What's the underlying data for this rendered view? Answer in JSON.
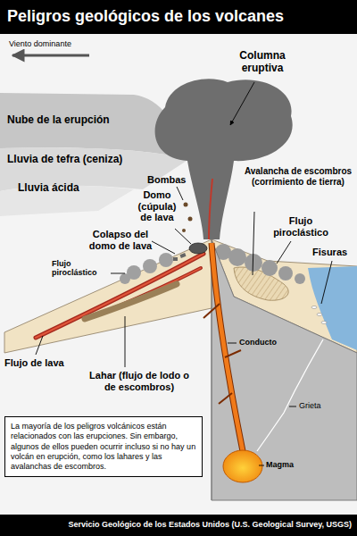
{
  "diagram": {
    "title": "Peligros geológicos de los volcanes",
    "caption": "Servicio Geológico de los Estados Unidos (U.S. Geological Survey, USGS)",
    "nodes": [
      {
        "text": [
          "La mayoría de los peligros volcánicos están relacionados con las erupciones. Sin embargo, algunos de ellos pueden ocurrir incluso si no hay un volcán en erupción, como los lahares y las avalanchas de escombros."
        ]
      }
    ],
    "labels": [
      "Viento dominante",
      "Columna eruptiva",
      "Nube de la erupción",
      "Lluvia de tefra (ceniza)",
      "Lluvia ácida",
      "Bombas",
      "Domo (cúpula) de lava",
      "Avalancha de escombros (corrimiento de tierra)",
      "Flujo piroclástico",
      "Colapso del domo de lava",
      "Fisuras",
      "Flujo piroclástico",
      "Flujo de lava",
      "Conducto",
      "Lahar (flujo de lodo o de escombros)",
      "Grieta",
      "Magma"
    ]
  }
}
